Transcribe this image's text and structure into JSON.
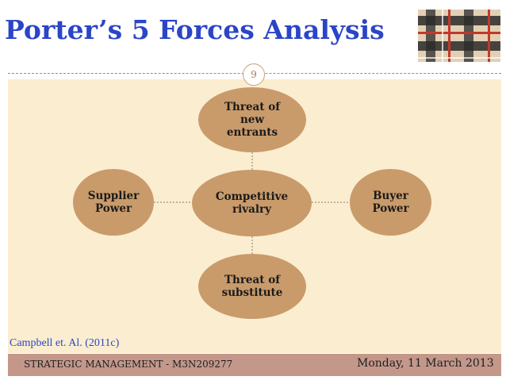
{
  "slide": {
    "title": "Porter’s 5 Forces Analysis",
    "slide_number": "9"
  },
  "diagram": {
    "center": "Competitive\nrivalry",
    "top": "Threat of\nnew\nentrants",
    "left": "Supplier\nPower",
    "right": "Buyer\nPower",
    "bottom": "Threat of\nsubstitute"
  },
  "citation": "Campbell et. Al. (2011c)",
  "footer": {
    "course": "STRATEGIC MANAGEMENT - M3N209277",
    "date": "Monday, 11 March 2013"
  },
  "colors": {
    "title": "#2b45c8",
    "node_fill": "#c99b6b",
    "content_background": "#fbedd0",
    "footer_background": "#c3978a"
  }
}
